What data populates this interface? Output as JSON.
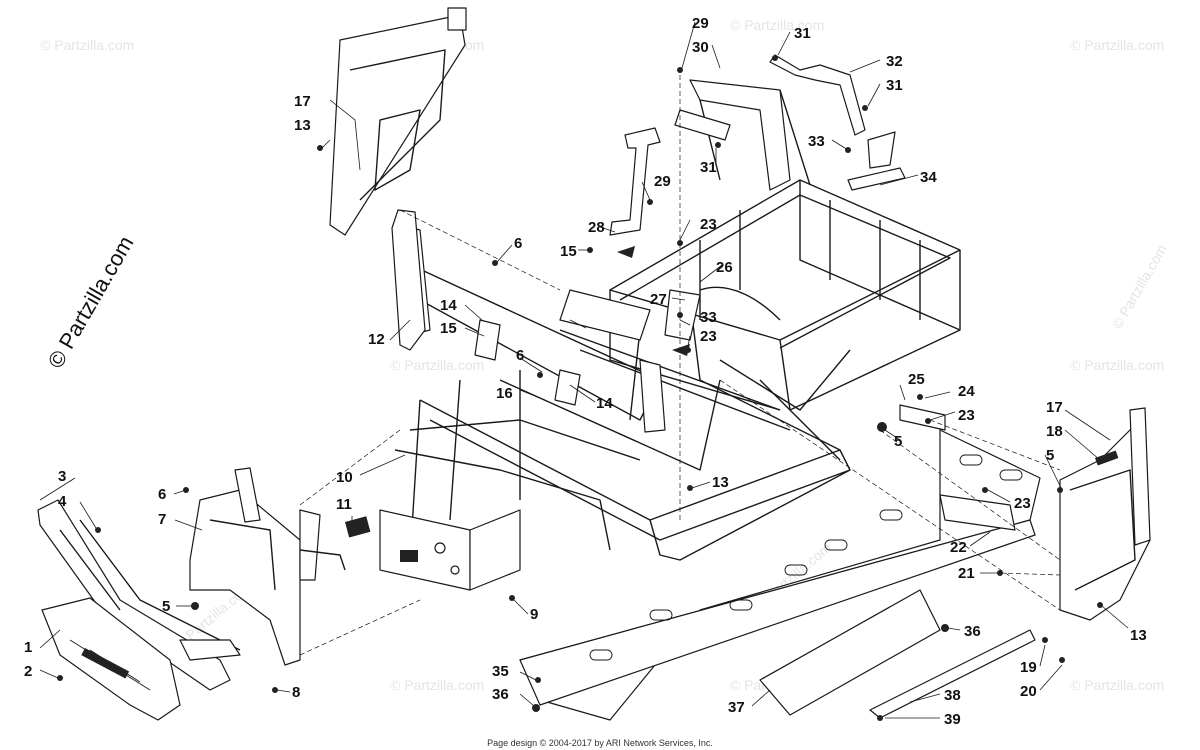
{
  "watermarks": {
    "side": "© Partzilla.com",
    "tile": "© Partzilla.com"
  },
  "credit": "Page design © 2004-2017 by ARI Network Services, Inc.",
  "labels": [
    {
      "id": "l1",
      "text": "1"
    },
    {
      "id": "l2",
      "text": "2"
    },
    {
      "id": "l3",
      "text": "3"
    },
    {
      "id": "l4",
      "text": "4"
    },
    {
      "id": "l5a",
      "text": "5"
    },
    {
      "id": "l5b",
      "text": "5"
    },
    {
      "id": "l5c",
      "text": "5"
    },
    {
      "id": "l6a",
      "text": "6"
    },
    {
      "id": "l6b",
      "text": "6"
    },
    {
      "id": "l6c",
      "text": "6"
    },
    {
      "id": "l7",
      "text": "7"
    },
    {
      "id": "l8",
      "text": "8"
    },
    {
      "id": "l9",
      "text": "9"
    },
    {
      "id": "l10",
      "text": "10"
    },
    {
      "id": "l11",
      "text": "11"
    },
    {
      "id": "l12",
      "text": "12"
    },
    {
      "id": "l13a",
      "text": "13"
    },
    {
      "id": "l13b",
      "text": "13"
    },
    {
      "id": "l13c",
      "text": "13"
    },
    {
      "id": "l14a",
      "text": "14"
    },
    {
      "id": "l14b",
      "text": "14"
    },
    {
      "id": "l15a",
      "text": "15"
    },
    {
      "id": "l15b",
      "text": "15"
    },
    {
      "id": "l16",
      "text": "16"
    },
    {
      "id": "l17a",
      "text": "17"
    },
    {
      "id": "l17b",
      "text": "17"
    },
    {
      "id": "l18",
      "text": "18"
    },
    {
      "id": "l19",
      "text": "19"
    },
    {
      "id": "l20",
      "text": "20"
    },
    {
      "id": "l21",
      "text": "21"
    },
    {
      "id": "l22",
      "text": "22"
    },
    {
      "id": "l23a",
      "text": "23"
    },
    {
      "id": "l23b",
      "text": "23"
    },
    {
      "id": "l23c",
      "text": "23"
    },
    {
      "id": "l23d",
      "text": "23"
    },
    {
      "id": "l24",
      "text": "24"
    },
    {
      "id": "l25",
      "text": "25"
    },
    {
      "id": "l26",
      "text": "26"
    },
    {
      "id": "l27",
      "text": "27"
    },
    {
      "id": "l28",
      "text": "28"
    },
    {
      "id": "l29a",
      "text": "29"
    },
    {
      "id": "l29b",
      "text": "29"
    },
    {
      "id": "l30",
      "text": "30"
    },
    {
      "id": "l31a",
      "text": "31"
    },
    {
      "id": "l31b",
      "text": "31"
    },
    {
      "id": "l31c",
      "text": "31"
    },
    {
      "id": "l32",
      "text": "32"
    },
    {
      "id": "l33a",
      "text": "33"
    },
    {
      "id": "l33b",
      "text": "33"
    },
    {
      "id": "l34",
      "text": "34"
    },
    {
      "id": "l35",
      "text": "35"
    },
    {
      "id": "l36a",
      "text": "36"
    },
    {
      "id": "l36b",
      "text": "36"
    },
    {
      "id": "l37",
      "text": "37"
    },
    {
      "id": "l38",
      "text": "38"
    },
    {
      "id": "l39",
      "text": "39"
    }
  ]
}
